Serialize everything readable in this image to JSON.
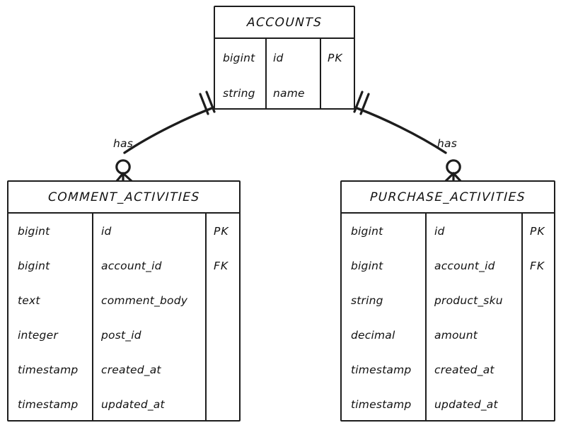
{
  "diagram": {
    "type": "entity-relationship-diagram",
    "notation": "crow's-foot",
    "background_color": "#ffffff",
    "line_color": "#1d1d1d"
  },
  "entities": [
    {
      "id": "accounts",
      "name": "ACCOUNTS",
      "columns": [
        {
          "type": "bigint",
          "name": "id",
          "key": "PK"
        },
        {
          "type": "string",
          "name": "name",
          "key": ""
        }
      ]
    },
    {
      "id": "comment_activities",
      "name": "COMMENT_ACTIVITIES",
      "columns": [
        {
          "type": "bigint",
          "name": "id",
          "key": "PK"
        },
        {
          "type": "bigint",
          "name": "account_id",
          "key": "FK"
        },
        {
          "type": "text",
          "name": "comment_body",
          "key": ""
        },
        {
          "type": "integer",
          "name": "post_id",
          "key": ""
        },
        {
          "type": "timestamp",
          "name": "created_at",
          "key": ""
        },
        {
          "type": "timestamp",
          "name": "updated_at",
          "key": ""
        }
      ]
    },
    {
      "id": "purchase_activities",
      "name": "PURCHASE_ACTIVITIES",
      "columns": [
        {
          "type": "bigint",
          "name": "id",
          "key": "PK"
        },
        {
          "type": "bigint",
          "name": "account_id",
          "key": "FK"
        },
        {
          "type": "string",
          "name": "product_sku",
          "key": ""
        },
        {
          "type": "decimal",
          "name": "amount",
          "key": ""
        },
        {
          "type": "timestamp",
          "name": "created_at",
          "key": ""
        },
        {
          "type": "timestamp",
          "name": "updated_at",
          "key": ""
        }
      ]
    }
  ],
  "relationships": [
    {
      "id": "accounts-has-comment-activities",
      "label": "has",
      "from": "accounts",
      "to": "comment_activities",
      "from_cardinality": "exactly-one",
      "to_cardinality": "zero-or-many"
    },
    {
      "id": "accounts-has-purchase-activities",
      "label": "has",
      "from": "accounts",
      "to": "purchase_activities",
      "from_cardinality": "exactly-one",
      "to_cardinality": "zero-or-many"
    }
  ]
}
